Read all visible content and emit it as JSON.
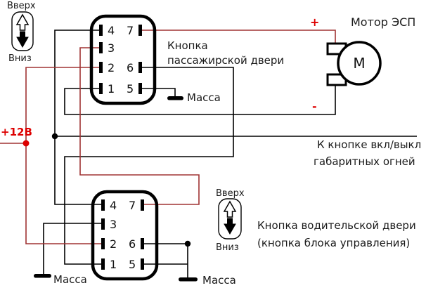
{
  "colors": {
    "wire_black": "#000000",
    "wire_red": "#a03333",
    "label_red": "#dd0000"
  },
  "legend_top": {
    "up": "Вверх",
    "down": "Вниз"
  },
  "power_label": "+12В",
  "passenger_button": {
    "label_line1": "Кнопка",
    "label_line2": "пассажирской двери",
    "pins_left": [
      "4",
      "3",
      "2",
      "1"
    ],
    "pins_right": [
      "7",
      "6",
      "5"
    ],
    "ground_label": "Масса"
  },
  "motor": {
    "label": "Мотор ЭСП",
    "symbol": "М",
    "plus_label": "+",
    "minus_label": "-"
  },
  "side_lights_note": {
    "line1": "К кнопке вкл/выкл",
    "line2": "габаритных огней"
  },
  "legend_bottom": {
    "up": "Вверх",
    "down": "Вниз"
  },
  "driver_button": {
    "label_line1": "Кнопка водительской двери",
    "label_line2": "(кнопка блока управления)",
    "pins_left": [
      "4",
      "3",
      "2",
      "1"
    ],
    "pins_right": [
      "7",
      "6",
      "5"
    ],
    "ground_left_label": "Масса",
    "ground_right_label": "Масса"
  }
}
